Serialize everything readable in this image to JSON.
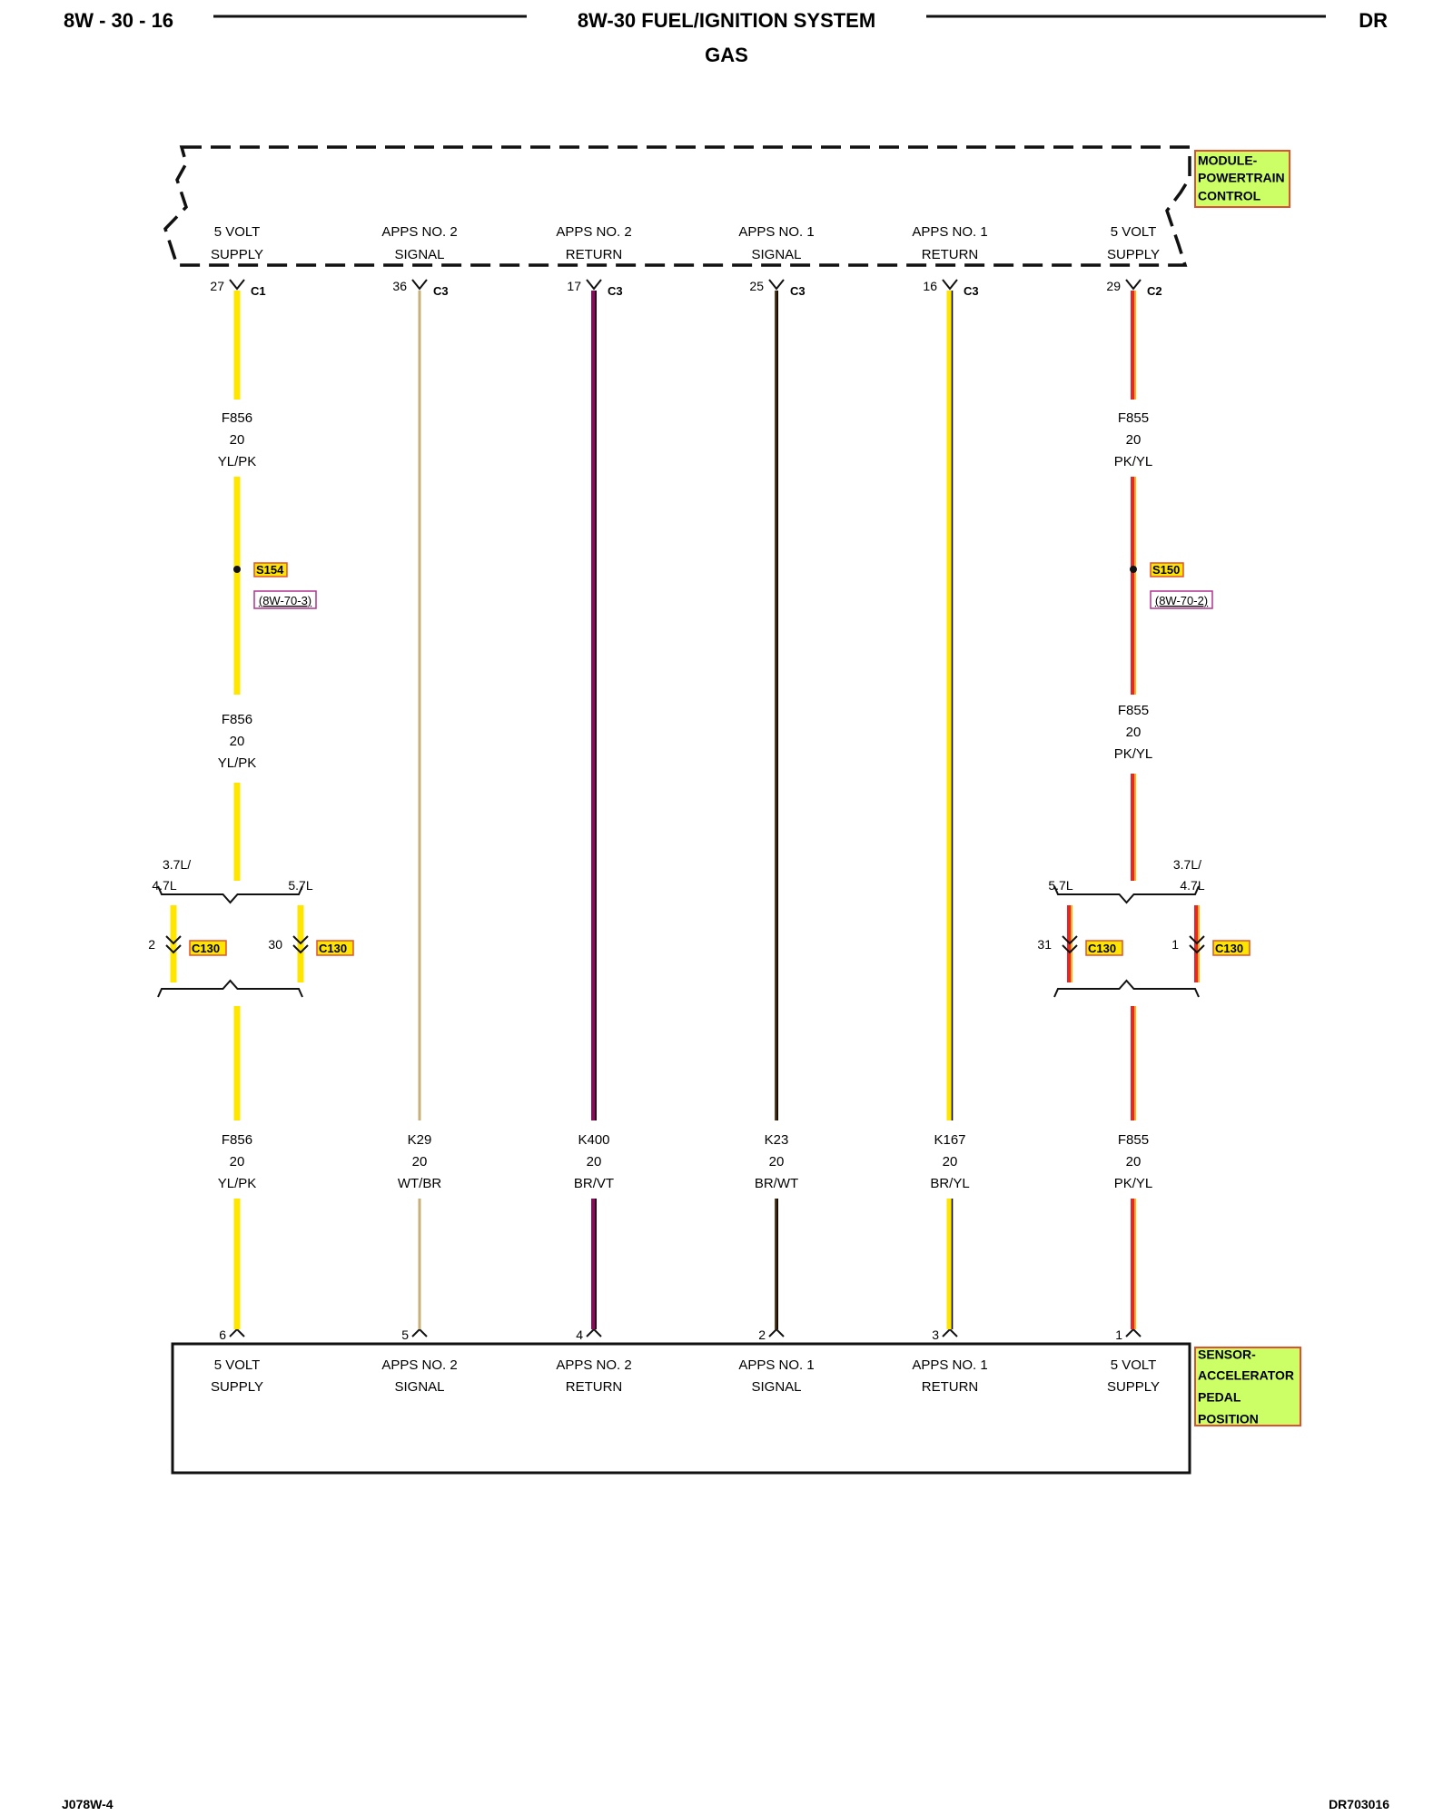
{
  "header": {
    "page_number": "8W - 30 - 16",
    "title": "8W-30 FUEL/IGNITION SYSTEM",
    "subtitle": "GAS",
    "model": "DR"
  },
  "footer": {
    "left_code": "J078W-4",
    "right_code": "DR703016"
  },
  "components": {
    "pcm": {
      "line1": "MODULE-",
      "line2": "POWERTRAIN",
      "line3": "CONTROL"
    },
    "apps": {
      "line1": "SENSOR-",
      "line2": "ACCELERATOR",
      "line3": "PEDAL",
      "line4": "POSITION"
    }
  },
  "colors": {
    "yellow": "#FFE600",
    "pink_red": "#E8262A",
    "violet": "#8B0A5C",
    "brown": "#5A3A1A",
    "tan": "#C9B07A",
    "tag_fill": "#CCFF66",
    "tag_border": "#E05030",
    "ref_border": "#B0338F"
  },
  "circuits": [
    {
      "id": "c1",
      "top_label": [
        "5 VOLT",
        "SUPPLY"
      ],
      "pcm_pin": "27",
      "pcm_conn": "C1",
      "wire_top": [
        "F856",
        "20",
        "YL/PK"
      ],
      "splice": "S154",
      "splice_ref": "(8W-70-3)",
      "wire_mid": [
        "F856",
        "20",
        "YL/PK"
      ],
      "branches": [
        {
          "label": [
            "3.7L/",
            "4.7L"
          ],
          "pin": "2",
          "conn": "C130"
        },
        {
          "label": [
            "5.7L"
          ],
          "pin": "30",
          "conn": "C130"
        }
      ],
      "wire_bot": [
        "F856",
        "20",
        "YL/PK"
      ],
      "sensor_pin": "6",
      "bottom_label": [
        "5 VOLT",
        "SUPPLY"
      ]
    },
    {
      "id": "c2",
      "top_label": [
        "APPS NO. 2",
        "SIGNAL"
      ],
      "pcm_pin": "36",
      "pcm_conn": "C3",
      "wire_bot": [
        "K29",
        "20",
        "WT/BR"
      ],
      "sensor_pin": "5",
      "bottom_label": [
        "APPS NO. 2",
        "SIGNAL"
      ]
    },
    {
      "id": "c3",
      "top_label": [
        "APPS NO. 2",
        "RETURN"
      ],
      "pcm_pin": "17",
      "pcm_conn": "C3",
      "wire_bot": [
        "K400",
        "20",
        "BR/VT"
      ],
      "sensor_pin": "4",
      "bottom_label": [
        "APPS NO. 2",
        "RETURN"
      ]
    },
    {
      "id": "c4",
      "top_label": [
        "APPS NO. 1",
        "SIGNAL"
      ],
      "pcm_pin": "25",
      "pcm_conn": "C3",
      "wire_bot": [
        "K23",
        "20",
        "BR/WT"
      ],
      "sensor_pin": "2",
      "bottom_label": [
        "APPS NO. 1",
        "SIGNAL"
      ]
    },
    {
      "id": "c5",
      "top_label": [
        "APPS NO. 1",
        "RETURN"
      ],
      "pcm_pin": "16",
      "pcm_conn": "C3",
      "wire_bot": [
        "K167",
        "20",
        "BR/YL"
      ],
      "sensor_pin": "3",
      "bottom_label": [
        "APPS NO. 1",
        "RETURN"
      ]
    },
    {
      "id": "c6",
      "top_label": [
        "5 VOLT",
        "SUPPLY"
      ],
      "pcm_pin": "29",
      "pcm_conn": "C2",
      "wire_top": [
        "F855",
        "20",
        "PK/YL"
      ],
      "splice": "S150",
      "splice_ref": "(8W-70-2)",
      "wire_mid": [
        "F855",
        "20",
        "PK/YL"
      ],
      "branches": [
        {
          "label": [
            "5.7L"
          ],
          "pin": "31",
          "conn": "C130"
        },
        {
          "label": [
            "3.7L/",
            "4.7L"
          ],
          "pin": "1",
          "conn": "C130"
        }
      ],
      "wire_bot": [
        "F855",
        "20",
        "PK/YL"
      ],
      "sensor_pin": "1",
      "bottom_label": [
        "5 VOLT",
        "SUPPLY"
      ]
    }
  ]
}
